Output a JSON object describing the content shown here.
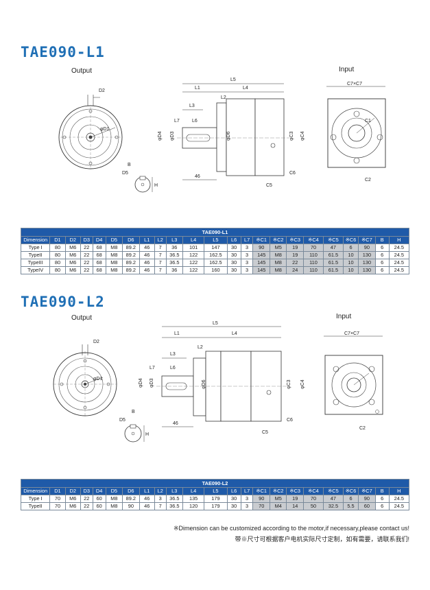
{
  "sections": [
    {
      "title": "TAE090-L1",
      "output_label": "Output",
      "input_label": "Input",
      "table_caption": "TAE090-L1",
      "rows": [
        [
          "Type I",
          "80",
          "M6",
          "22",
          "68",
          "M8",
          "89.2",
          "46",
          "7",
          "36",
          "101",
          "147",
          "30",
          "3",
          "90",
          "M5",
          "19",
          "70",
          "47",
          "6",
          "90",
          "6",
          "24.5"
        ],
        [
          "TypeII",
          "80",
          "M6",
          "22",
          "68",
          "M8",
          "89.2",
          "46",
          "7",
          "36.5",
          "122",
          "162.5",
          "30",
          "3",
          "145",
          "M8",
          "19",
          "110",
          "61.5",
          "10",
          "130",
          "6",
          "24.5"
        ],
        [
          "TypeIII",
          "80",
          "M6",
          "22",
          "68",
          "M8",
          "89.2",
          "46",
          "7",
          "36.5",
          "122",
          "162.5",
          "30",
          "3",
          "145",
          "M8",
          "22",
          "110",
          "61.5",
          "10",
          "130",
          "6",
          "24.5"
        ],
        [
          "TypeIV",
          "80",
          "M6",
          "22",
          "68",
          "M8",
          "89.2",
          "46",
          "7",
          "36",
          "122",
          "160",
          "30",
          "3",
          "145",
          "M8",
          "24",
          "110",
          "61.5",
          "10",
          "130",
          "6",
          "24.5"
        ]
      ]
    },
    {
      "title": "TAE090-L2",
      "output_label": "Output",
      "input_label": "Input",
      "table_caption": "TAE090-L2",
      "rows": [
        [
          "Type I",
          "70",
          "M6",
          "22",
          "60",
          "M8",
          "89.2",
          "46",
          "3",
          "36.5",
          "135",
          "179",
          "30",
          "3",
          "90",
          "M5",
          "19",
          "70",
          "47",
          "6",
          "90",
          "6",
          "24.5"
        ],
        [
          "TypeII",
          "70",
          "M6",
          "22",
          "60",
          "M8",
          "90",
          "46",
          "7",
          "36.5",
          "120",
          "179",
          "30",
          "3",
          "70",
          "M4",
          "14",
          "50",
          "32.5",
          "5.5",
          "60",
          "6",
          "24.5"
        ]
      ]
    }
  ],
  "columns": [
    "Dimension",
    "D1",
    "D2",
    "D3",
    "D4",
    "D5",
    "D6",
    "L1",
    "L2",
    "L3",
    "L4",
    "L5",
    "L6",
    "L7",
    "※C1",
    "※C2",
    "※C3",
    "※C4",
    "※C5",
    "※C6",
    "※C7",
    "B",
    "H"
  ],
  "drawing_labels": {
    "D1": "φD1",
    "D2": "D2",
    "D3": "φD3",
    "D4": "φD4",
    "D5": "D5",
    "D6": "φD6",
    "L1": "L1",
    "L2": "L2",
    "L3": "L3",
    "L4": "L4",
    "L5": "L5",
    "L6": "L6",
    "L7": "L7",
    "C1": "C1",
    "C2": "C2",
    "C3": "φC3",
    "C4": "φC4",
    "C5": "C5",
    "C6": "C6",
    "C7": "C7×C7",
    "B": "B",
    "H": "H",
    "len46": "46"
  },
  "footnote": {
    "en": "※Dimension can be customized according to the motor,if necessary,please contact us!",
    "cn": "带※尺寸可根据客户电机实际尺寸定制，如有需要，请联系我们!"
  },
  "colors": {
    "title": "#1f6fb5",
    "table_header": "#1f5aa8",
    "gray_cell": "#c9ccd0"
  }
}
